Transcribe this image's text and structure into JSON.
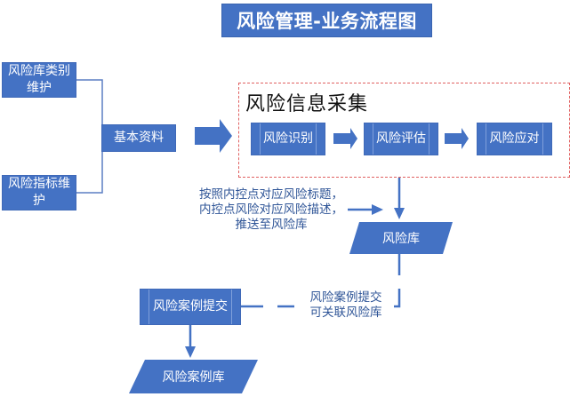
{
  "title": "风险管理-业务流程图",
  "colors": {
    "box_fill": "#4472c4",
    "dashed_border": "#e06060",
    "note_text": "#2f5597",
    "line": "#4472c4"
  },
  "left_boxes": [
    {
      "label_line1": "风险库类别",
      "label_line2": "维护"
    },
    {
      "label_line1": "风险指标维",
      "label_line2": "护"
    }
  ],
  "basic_info": {
    "label": "基本资料"
  },
  "collection_group": {
    "label": "风险信息采集",
    "steps": [
      {
        "label": "风险识别"
      },
      {
        "label": "风险评估"
      },
      {
        "label": "风险应对"
      }
    ]
  },
  "push_note": {
    "line1": "按照内控点对应风险标题，",
    "line2": "内控点风险对应风险描述，",
    "line3": "推送至风险库"
  },
  "risk_library": {
    "label": "风险库"
  },
  "case_submit": {
    "label": "风险案例提交"
  },
  "link_note": {
    "line1": "风险案例提交",
    "line2": "可关联风险库"
  },
  "case_library": {
    "label": "风险案例库"
  }
}
